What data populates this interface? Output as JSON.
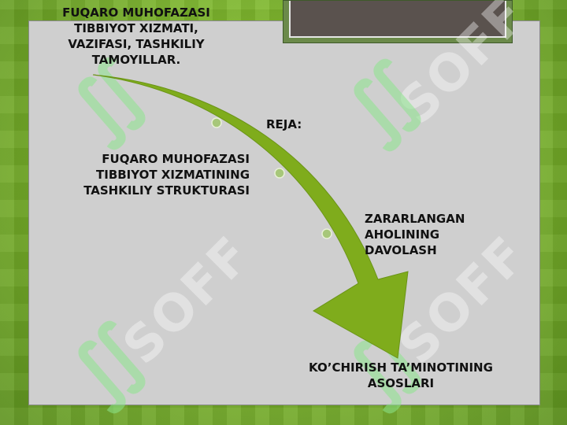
{
  "slide": {
    "title_lines": [
      "FUQARO MUHOFAZASI",
      "TIBBIYOT XIZMATI,",
      "VAZIFASI, TASHKILIY",
      "TAMOYILLAR."
    ],
    "plan_label": "REJA:",
    "item1_lines": [
      "FUQARO MUHOFAZASI",
      "TIBBIYOT XIZMATINING",
      "TASHKILIY STRUKTURASI"
    ],
    "item2_lines": [
      "ZARARLANGAN",
      "AHOLINING",
      "DAVOLASH"
    ],
    "item3_lines": [
      "KO’CHIRISH TA’MINOTINING",
      "ASOSLARI"
    ]
  },
  "watermark": {
    "text": "SOFF",
    "logo_glyph": "∬"
  },
  "colors": {
    "background": "#7fb82e",
    "panel": "#cfcfcf",
    "arrow": "#7fac1c",
    "photo": "#5a524e"
  }
}
